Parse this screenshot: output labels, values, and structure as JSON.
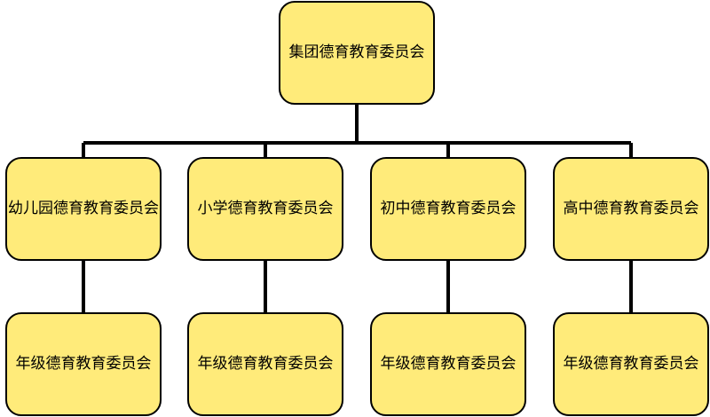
{
  "colors": {
    "node_fill": "#ffeb7a",
    "node_border": "#000000",
    "connector": "#000000"
  },
  "root": {
    "label": "集团德育教育委员会"
  },
  "branches": [
    {
      "label": "幼儿园德育教育委员会",
      "child": {
        "label": "年级德育教育委员会"
      }
    },
    {
      "label": "小学德育教育委员会",
      "child": {
        "label": "年级德育教育委员会"
      }
    },
    {
      "label": "初中德育教育委员会",
      "child": {
        "label": "年级德育教育委员会"
      }
    },
    {
      "label": "高中德育教育委员会",
      "child": {
        "label": "年级德育教育委员会"
      }
    }
  ]
}
